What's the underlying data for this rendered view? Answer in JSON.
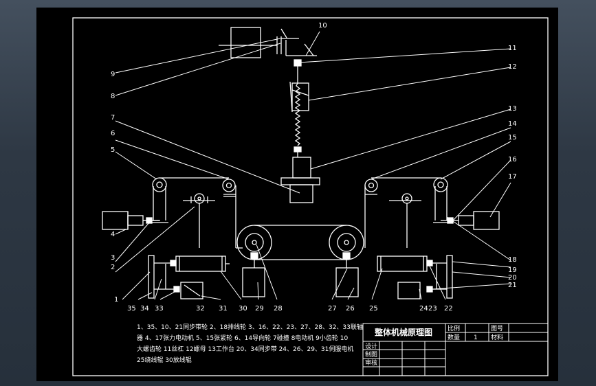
{
  "part_numbers": [
    "1",
    "2",
    "3",
    "4",
    "5",
    "6",
    "7",
    "8",
    "9",
    "10",
    "11",
    "12",
    "13",
    "14",
    "15",
    "16",
    "17",
    "18",
    "19",
    "20",
    "21",
    "22",
    "23",
    "24",
    "25",
    "26",
    "27",
    "28",
    "29",
    "30",
    "31",
    "32",
    "33",
    "34",
    "35"
  ],
  "legend_lines": [
    "1、35、10、21同步带轮 2、18排线轮 3、16、22、23、27、28、32、33联轴",
    "器 4、17张力电动机 5、15张紧轮 6、14导向轮 7碰撞 8电动机 9小齿轮 10",
    "大螺齿轮 11丝杠 12螺母 13工作台 20、34同步带 24、26、29、31伺服电机",
    "25绕线辊 30放线辊"
  ],
  "title_block": {
    "title": "整体机械原理图",
    "scale_label": "比例",
    "quantity_label": "数量",
    "quantity_value": "1",
    "drawing_no_label": "图号",
    "material_label": "材料",
    "design_label": "设计",
    "drawing_label": "制图",
    "review_label": "审核"
  },
  "colors": {
    "background": "#000000",
    "lines": "#ffffff",
    "viewer": "#2e3844"
  }
}
